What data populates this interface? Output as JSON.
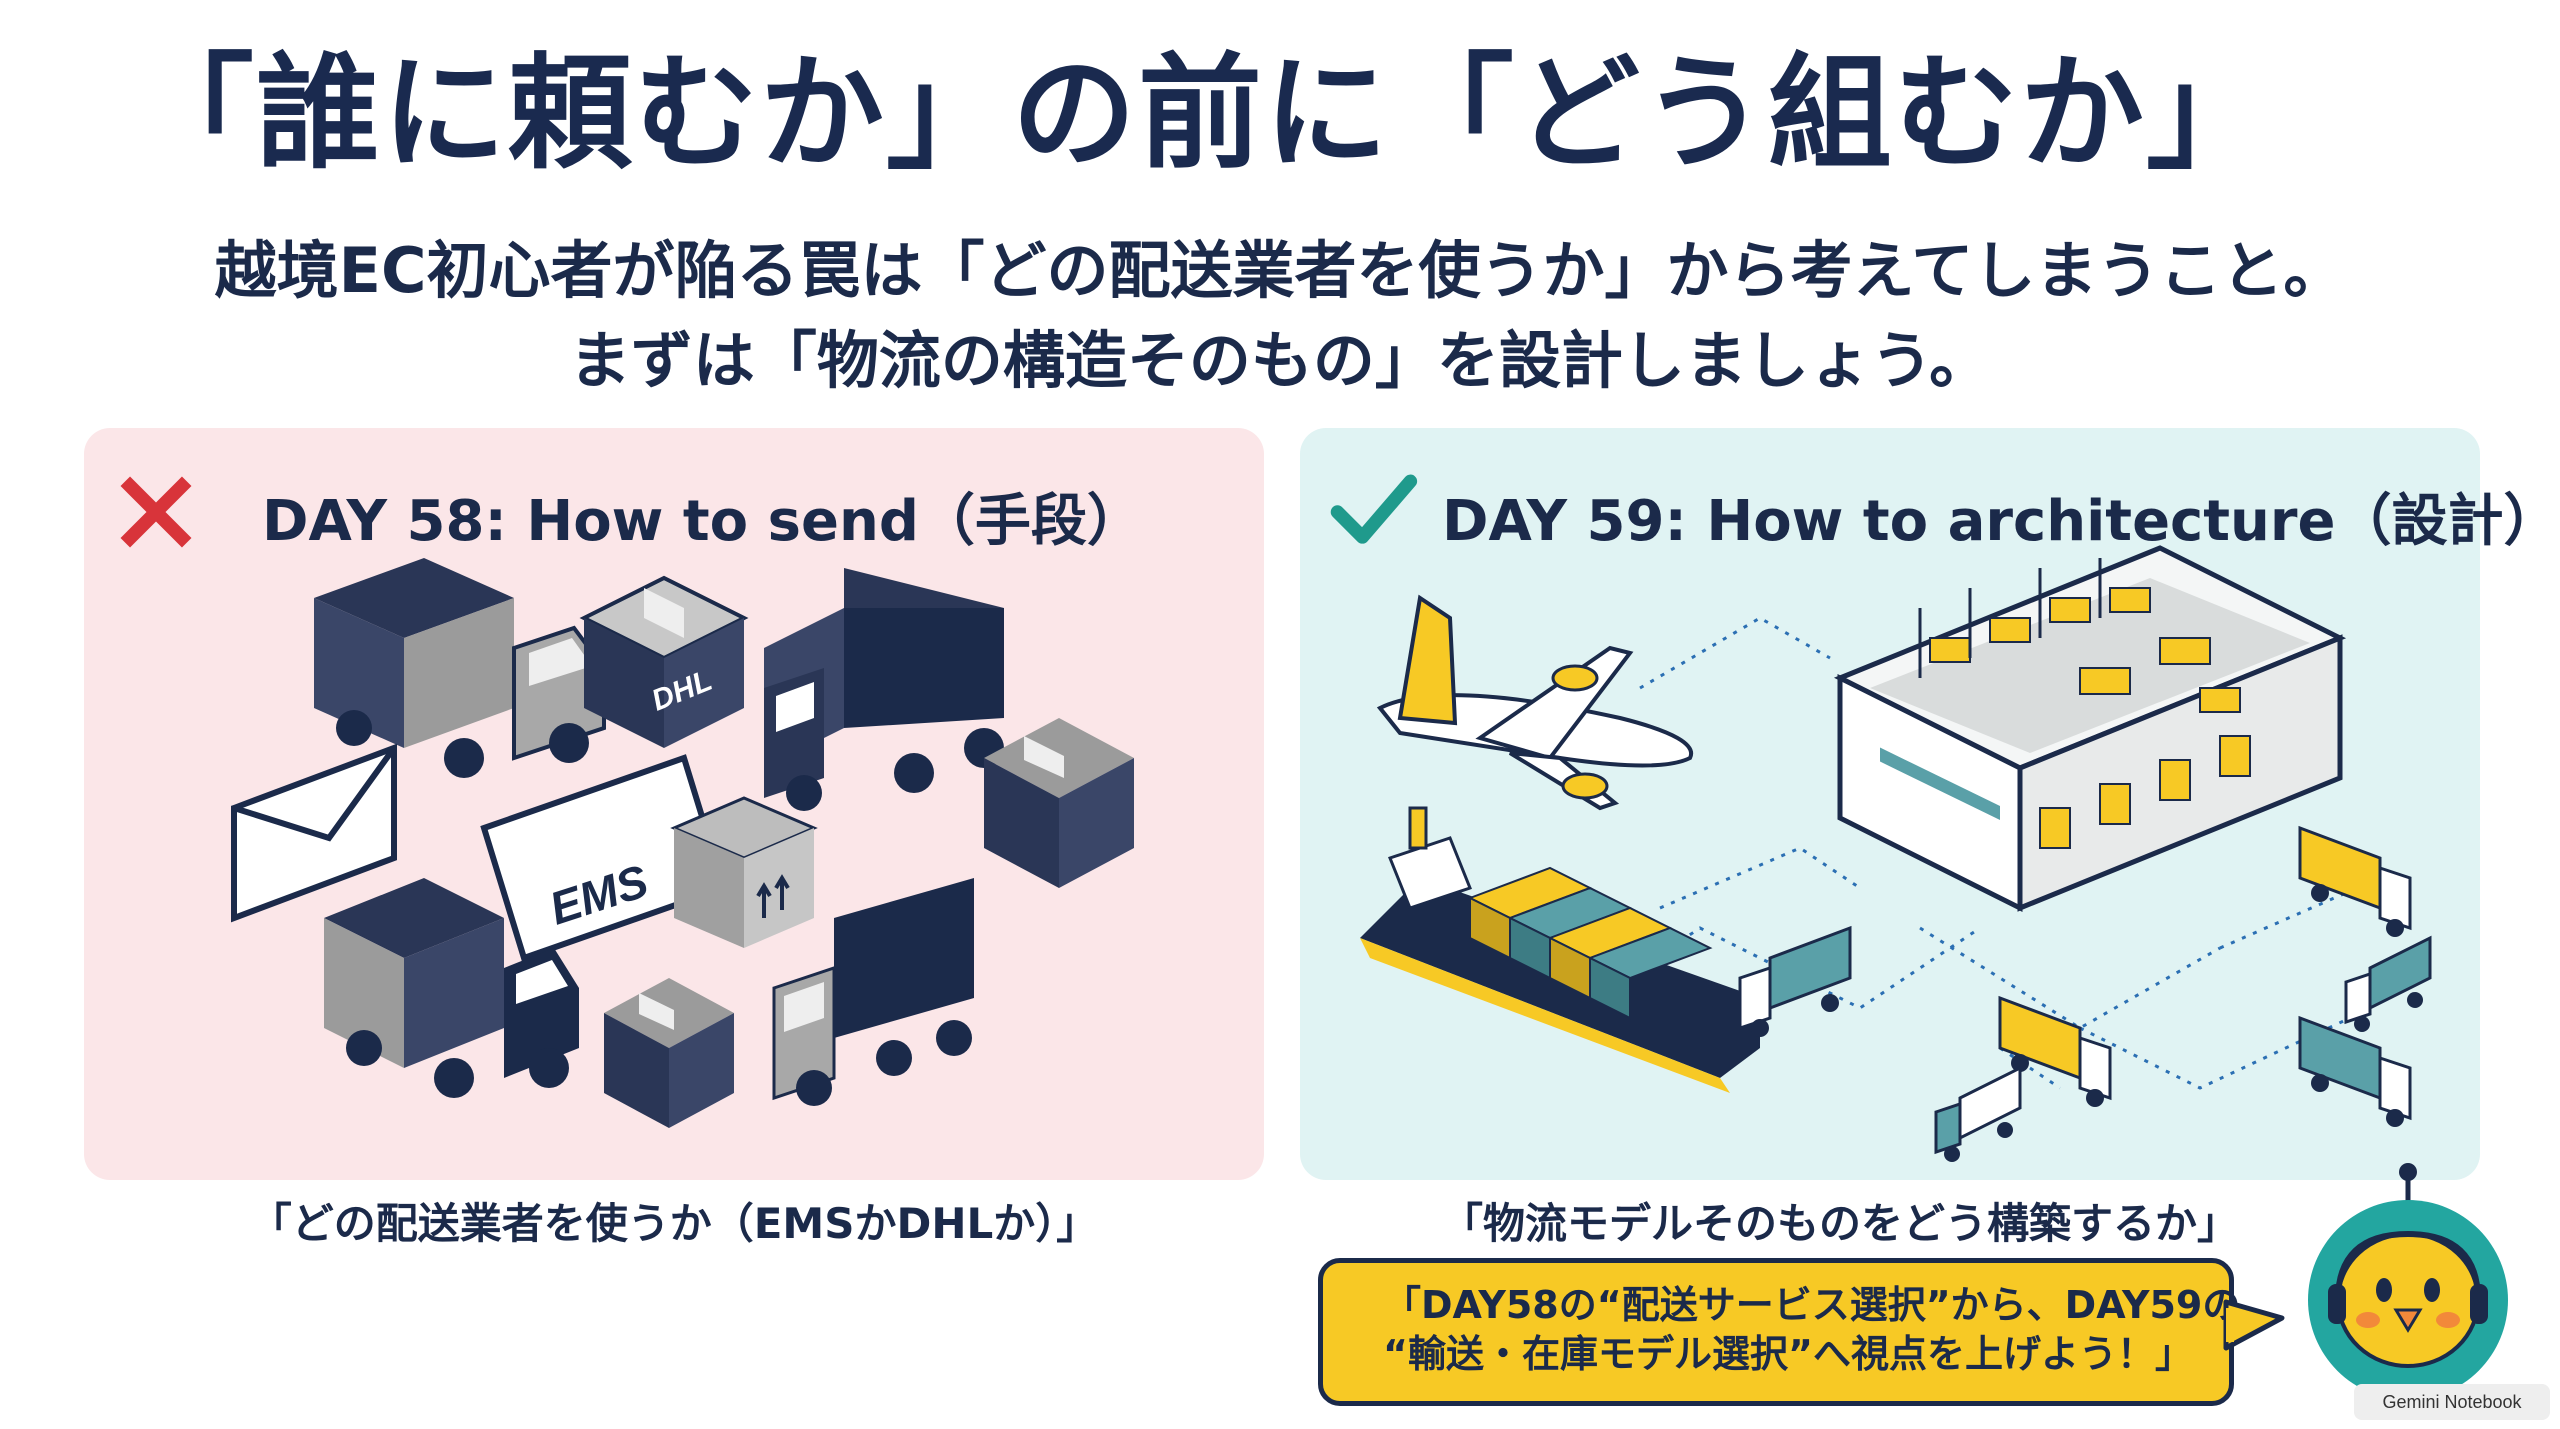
{
  "slide": {
    "title": "「誰に頼むか」の前に「どう組むか」",
    "subtitle_line1": "越境EC初心者が陥る罠は「どの配送業者を使うか」から考えてしまうこと。",
    "subtitle_line2": "まずは「物流の構造そのもの」を設計しましょう。"
  },
  "left_panel": {
    "title": "DAY 58: How to send（手段）",
    "caption": "「どの配送業者を使うか（EMSかDHLか）」",
    "mark_icon": "cross-icon",
    "box_label_dhl": "DHL",
    "label_ems": "EMS"
  },
  "right_panel": {
    "title": "DAY 59: How to architecture（設計）",
    "caption": "「物流モデルそのものをどう構築するか」",
    "mark_icon": "check-icon"
  },
  "bubble": {
    "line1": "「DAY58の“配送サービス選択”から、DAY59の",
    "line2": "“輸送・在庫モデル選択”へ視点を上げよう！」"
  },
  "badge": {
    "label": "Gemini Notebook"
  },
  "colors": {
    "navy": "#1b2a4a",
    "cross_red": "#d8343a",
    "check_teal": "#1f9a8c",
    "left_bg": "#fbe6e8",
    "right_bg": "#e0f3f3",
    "yellow": "#f7c925"
  }
}
